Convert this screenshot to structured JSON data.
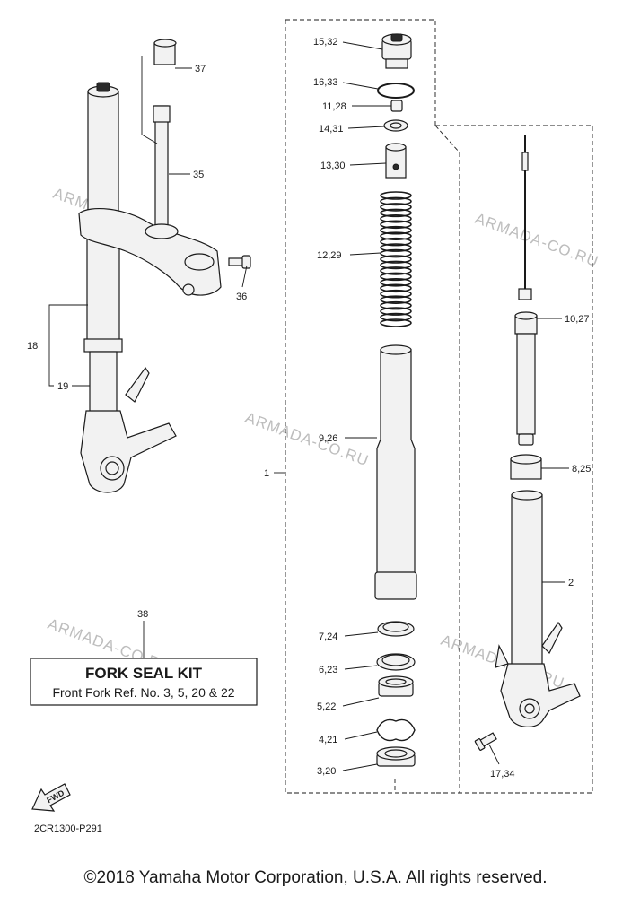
{
  "watermark": "ARMADA-CO.RU",
  "callouts": {
    "c37": "37",
    "c35": "35",
    "c36": "36",
    "c18": "18",
    "c19": "19",
    "c1": "1",
    "c15_32": "15,32",
    "c16_33": "16,33",
    "c11_28": "11,28",
    "c14_31": "14,31",
    "c13_30": "13,30",
    "c12_29": "12,29",
    "c9_26": "9,26",
    "c7_24": "7,24",
    "c6_23": "6,23",
    "c5_22": "5,22",
    "c4_21": "4,21",
    "c3_20": "3,20",
    "c10_27": "10,27",
    "c8_25": "8,25",
    "c2": "2",
    "c17_34": "17,34",
    "c38": "38"
  },
  "kit": {
    "title": "FORK SEAL KIT",
    "subtitle": "Front Fork Ref. No. 3, 5, 20 & 22"
  },
  "fwd_label": "FWD",
  "diagram_code": "2CR1300-P291",
  "copyright": "©2018 Yamaha Motor Corporation, U.S.A. All rights reserved."
}
